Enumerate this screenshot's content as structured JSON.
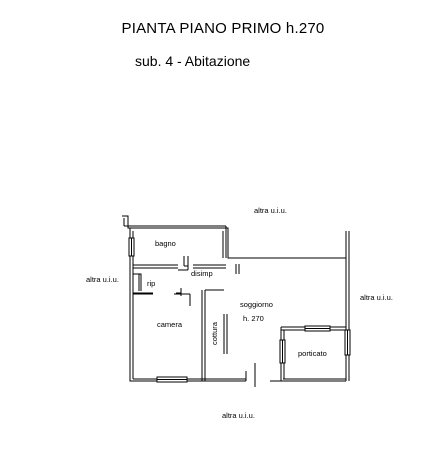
{
  "title": "PIANTA PIANO PRIMO  h.270",
  "subtitle": "sub. 4 - Abitazione",
  "labels": {
    "neighbor_top": "altra u.i.u.",
    "neighbor_left": "altra u.i.u.",
    "neighbor_right": "altra u.i.u.",
    "neighbor_bottom": "altra u.i.u.",
    "bagno": "bagno",
    "disimp": "disimp",
    "rip": "rip",
    "camera": "camera",
    "cottura": "cottura",
    "soggiorno": "soggiorno",
    "soggiorno_height": "h. 270",
    "porticato": "porticato"
  }
}
